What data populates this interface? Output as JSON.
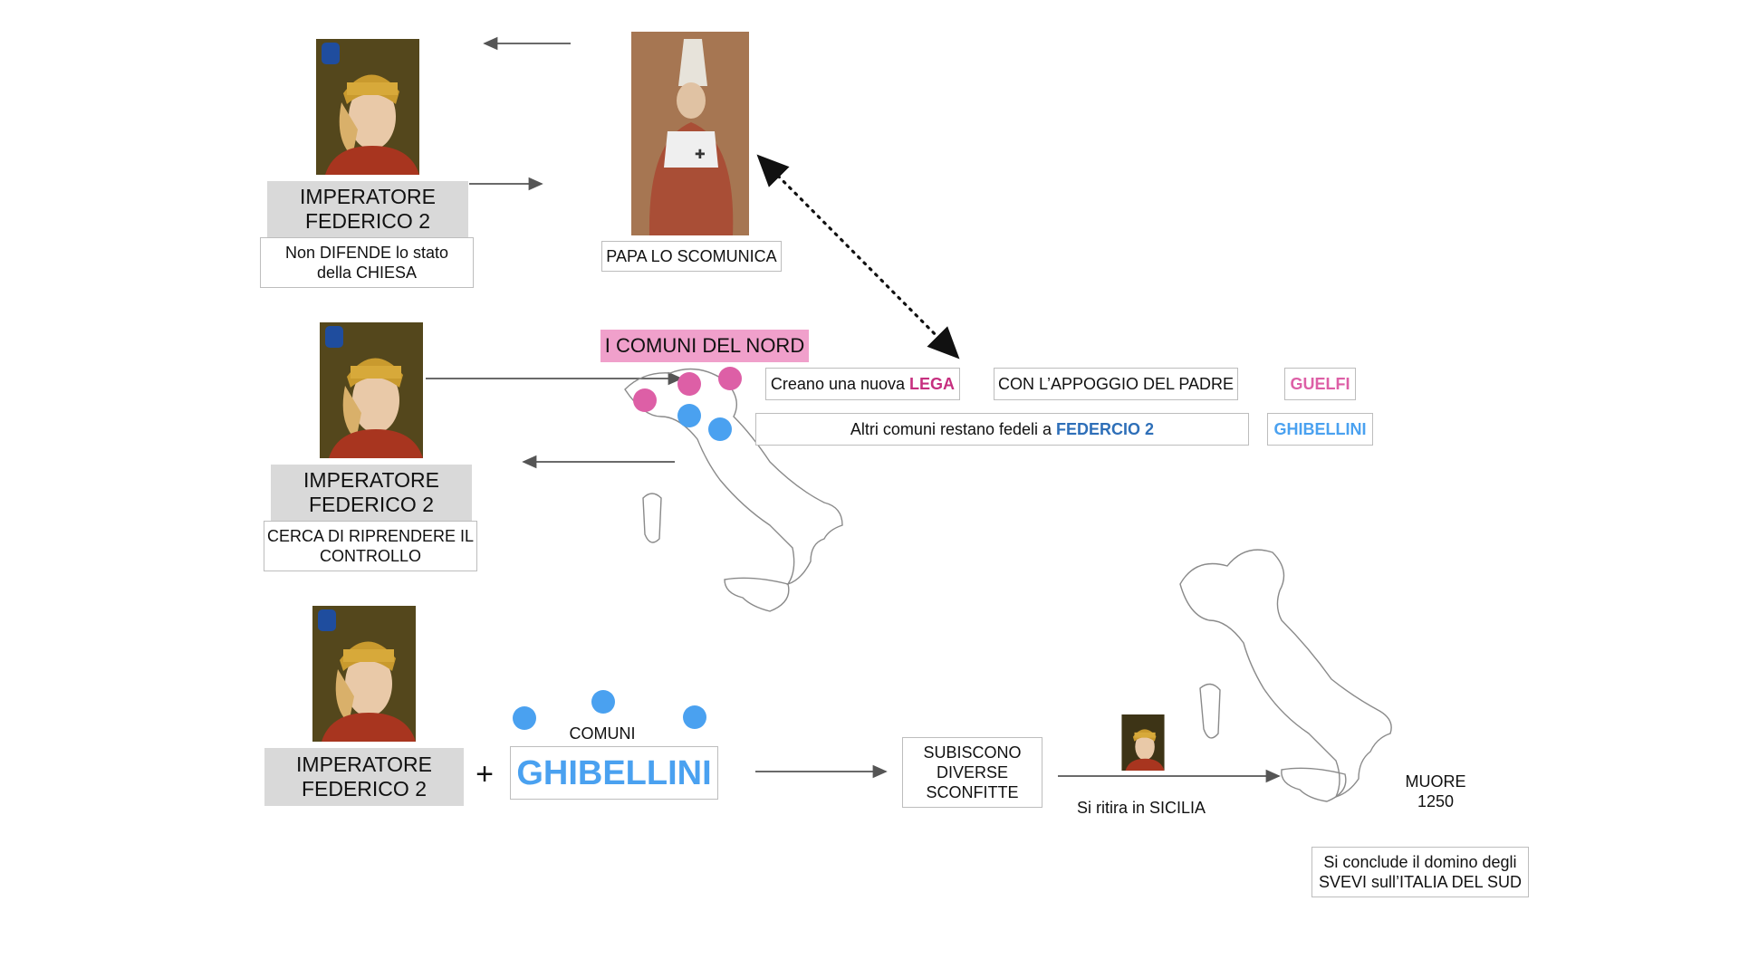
{
  "colors": {
    "pink": "#dd5fa6",
    "pink_highlight": "#f0a0cb",
    "blue": "#4aa1f0",
    "gray_box": "#d9d9d9",
    "dark_blue": "#2e6fb8",
    "lega_pink": "#c62f7f"
  },
  "row1": {
    "emperor_label": "IMPERATORE\nFEDERICO 2",
    "emperor_note": "Non DIFENDE lo stato\ndella CHIESA",
    "pope_label": "PAPA LO SCOMUNICA"
  },
  "row2": {
    "emperor_label": "IMPERATORE\nFEDERICO 2",
    "emperor_note": "CERCA DI RIPRENDERE IL\nCONTROLLO",
    "comuni_title": "I COMUNI DEL NORD",
    "lega_prefix": "Creano una nuova ",
    "lega_word": "LEGA",
    "appoggio": "CON L’APPOGGIO DEL PADRE",
    "guelfi": "GUELFI",
    "fedeli_prefix": "Altri comuni restano fedeli a ",
    "fedeli_name": "FEDERCIO 2",
    "ghibellini": "GHIBELLINI"
  },
  "row3": {
    "emperor_label": "IMPERATORE\nFEDERICO 2",
    "plus": "+",
    "comuni_label": "COMUNI",
    "ghibellini_big": "GHIBELLINI",
    "sconfitte": "SUBISCONO\nDIVERSE\nSCONFITTE",
    "ritira": "Si ritira in SICILIA",
    "muore": "MUORE\n1250",
    "conclusione": "Si conclude il domino degli\nSVEVI sull’ITALIA DEL SUD"
  }
}
